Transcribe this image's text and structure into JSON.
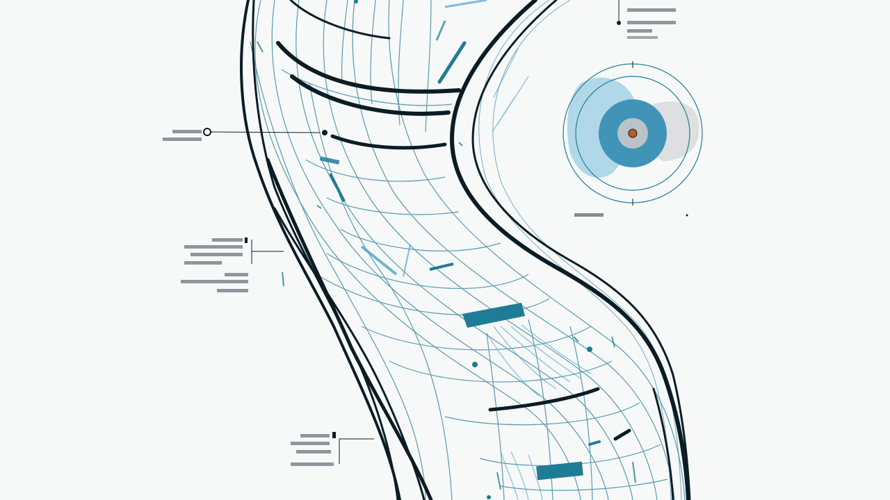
{
  "diagram": {
    "style": "abstract-flow-infographic",
    "colors": {
      "background": "#f7f8f8",
      "ink": "#0b1c24",
      "accent_teal": "#1f7c96",
      "accent_blue": "#4aa3c8",
      "light_blue": "#8cc6df",
      "pale_gray": "#d9dcde"
    },
    "annotation_callouts": [
      {
        "id": "callout-top-right",
        "text_lines": 4,
        "legible": false
      },
      {
        "id": "callout-left-upper",
        "text_lines": 2,
        "legible": false
      },
      {
        "id": "callout-left-middle",
        "text_lines": 6,
        "legible": false
      },
      {
        "id": "callout-bottom-left",
        "text_lines": 4,
        "legible": false
      },
      {
        "id": "callout-under-target",
        "text_lines": 1,
        "legible": false
      }
    ],
    "icons": [
      "target-icon"
    ]
  }
}
